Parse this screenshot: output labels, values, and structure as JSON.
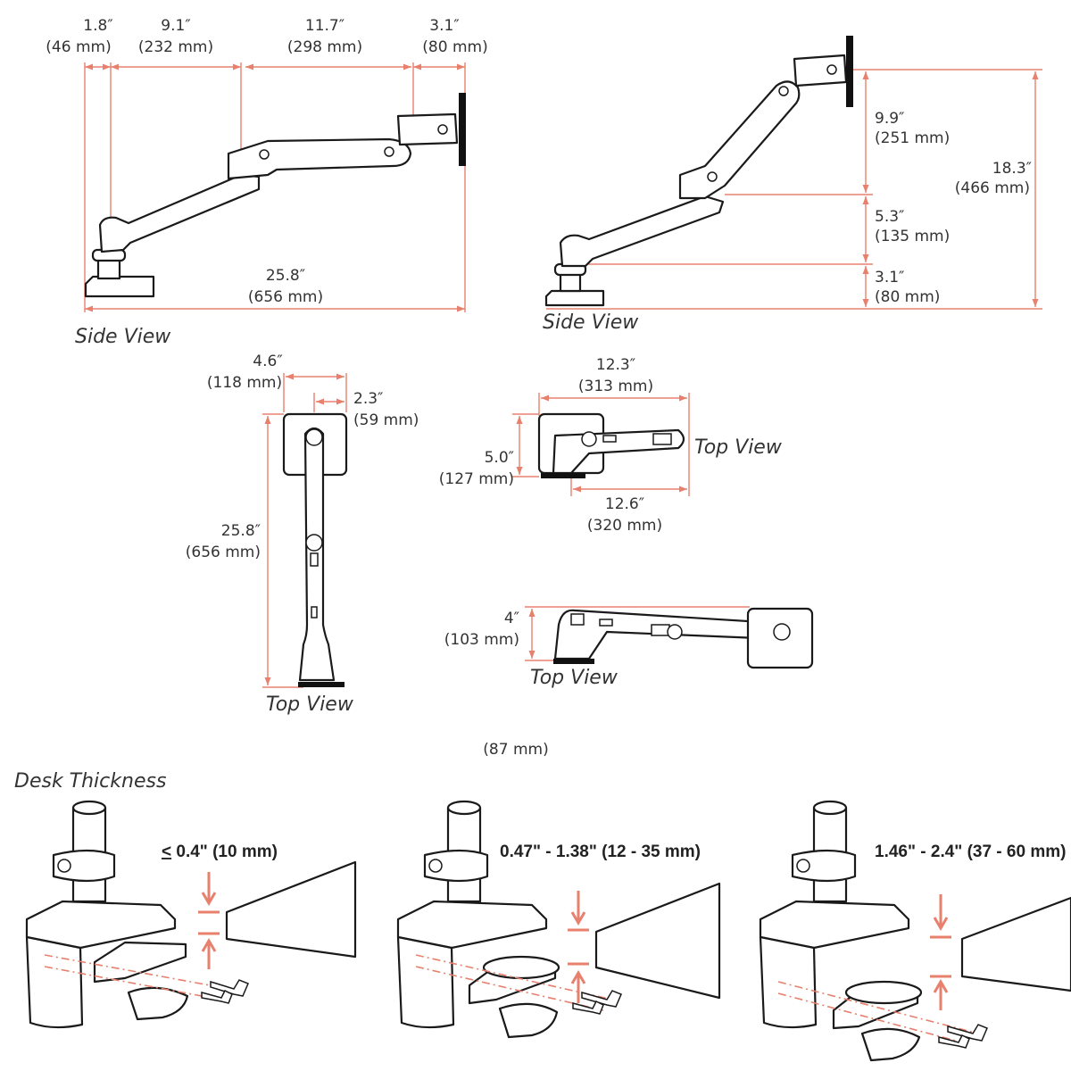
{
  "side_view_1": {
    "caption": "Side View",
    "dims": {
      "d1": [
        "1.8″",
        "(46 mm)"
      ],
      "d2": [
        "9.1″",
        "(232 mm)"
      ],
      "d3": [
        "11.7″",
        "(298 mm)"
      ],
      "d4": [
        "3.1″",
        "(80 mm)"
      ],
      "total": [
        "25.8″",
        "(656 mm)"
      ]
    }
  },
  "side_view_2": {
    "caption": "Side View",
    "dims": {
      "upper": [
        "9.9″",
        "(251 mm)"
      ],
      "middle": [
        "5.3″",
        "(135 mm)"
      ],
      "lower": [
        "3.1″",
        "(80 mm)"
      ],
      "total": [
        "18.3″",
        "(466 mm)"
      ]
    }
  },
  "top_view_1": {
    "caption": "Top View",
    "dims": {
      "width": [
        "4.6″",
        "(118 mm)"
      ],
      "offset": [
        "2.3″",
        "(59 mm)"
      ],
      "length": [
        "25.8″",
        "(656 mm)"
      ]
    }
  },
  "top_view_2": {
    "caption": "Top View",
    "dims": {
      "width": [
        "12.3″",
        "(313 mm)"
      ],
      "depth": [
        "5.0″",
        "(127 mm)"
      ],
      "reach": [
        "12.6″",
        "(320 mm)"
      ]
    }
  },
  "top_view_3": {
    "caption": "Top View",
    "dims": {
      "depth": [
        "4″",
        "(103 mm)"
      ]
    }
  },
  "stray_label": "(87 mm)",
  "desk_thickness": {
    "title": "Desk Thickness",
    "options": [
      {
        "prefix": "<",
        "label": " 0.4\" (10 mm)"
      },
      {
        "prefix": "",
        "label": "0.47\" - 1.38\" (12 - 35 mm)"
      },
      {
        "prefix": "",
        "label": "1.46\" - 2.4\" (37 - 60 mm)"
      }
    ]
  },
  "colors": {
    "dimension_line": "#e8806e",
    "ink": "#1a1a1a"
  }
}
